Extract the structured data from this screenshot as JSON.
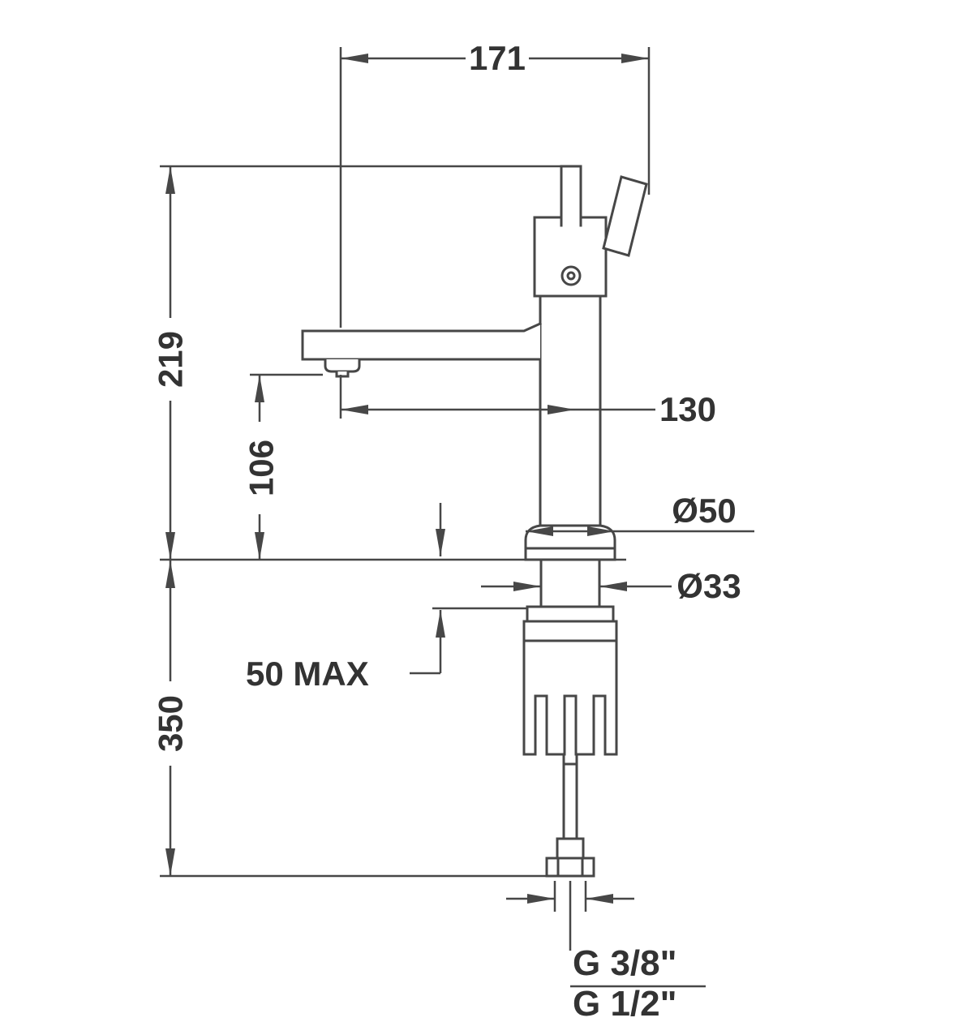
{
  "drawing": {
    "type": "faucet-installation-dimension-drawing",
    "labels": {
      "overall_depth": "171",
      "height_above_deck": "219",
      "spout_reach": "130",
      "spout_outlet_height": "106",
      "body_diameter": "Ø50",
      "shank_diameter": "Ø33",
      "deck_thickness_max": "50 MAX",
      "height_below_deck": "350",
      "thread_size_top": "G 3/8\"",
      "thread_size_bottom": "G 1/2\""
    },
    "colors": {
      "line": "#474747",
      "text": "#333333",
      "background": "#ffffff"
    }
  }
}
